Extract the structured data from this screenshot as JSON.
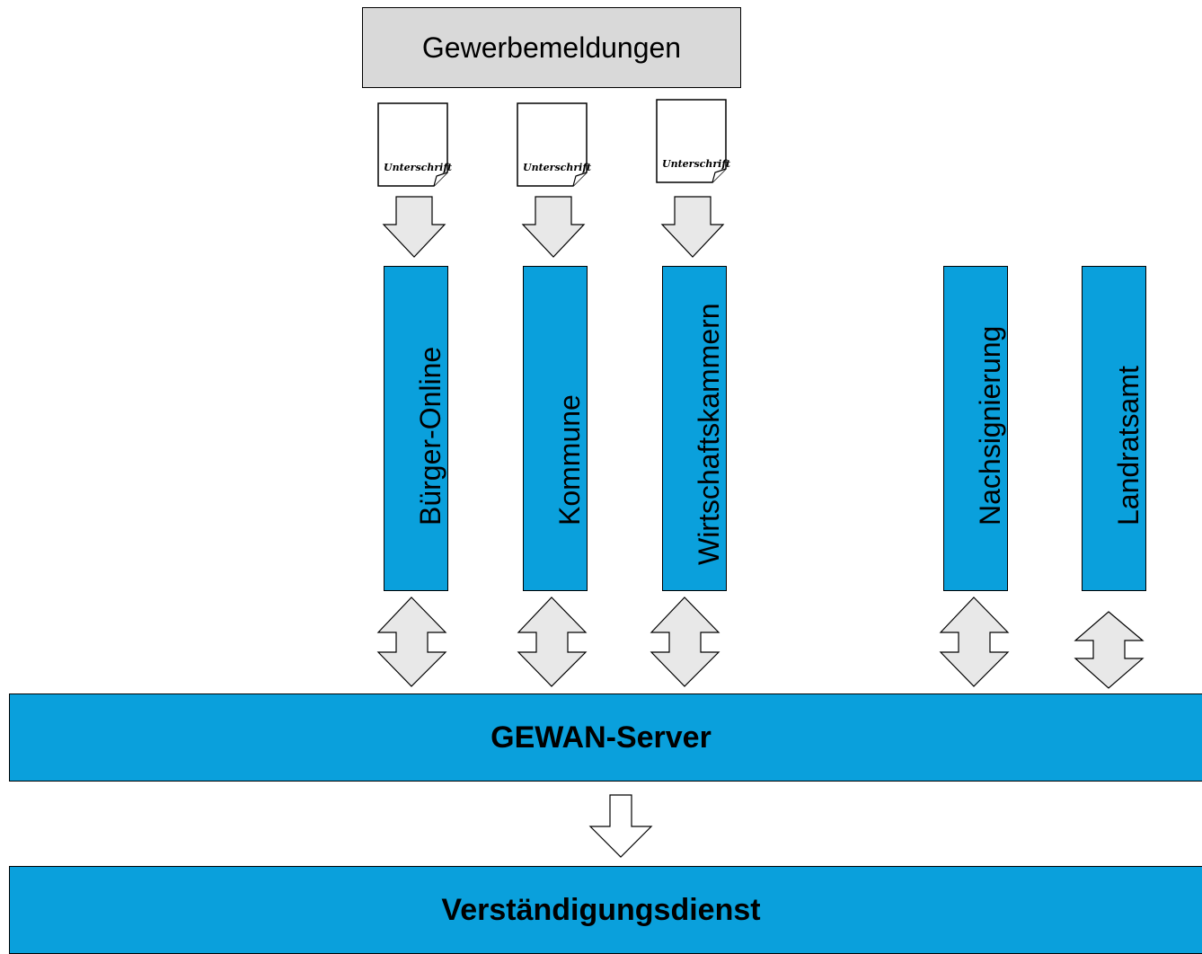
{
  "header": {
    "label": "Gewerbemeldungen"
  },
  "documents": [
    {
      "signature": "Unterschrift"
    },
    {
      "signature": "Unterschrift"
    },
    {
      "signature": "Unterschrift"
    }
  ],
  "channels": [
    {
      "label": "Bürger-Online"
    },
    {
      "label": "Kommune"
    },
    {
      "label": "Wirtschaftskammern"
    },
    {
      "label": "Nachsignierung"
    },
    {
      "label": "Landratsamt"
    }
  ],
  "server": {
    "label": "GEWAN-Server"
  },
  "service": {
    "label": "Verständigungsdienst"
  },
  "colors": {
    "box_blue": "#0aa0dc",
    "box_gray": "#d9d9d9",
    "arrow_fill": "#e8e8e8"
  }
}
